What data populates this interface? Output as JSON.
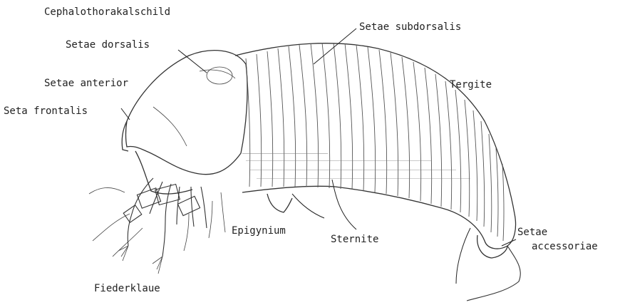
{
  "labels": {
    "cephalothorakalschild": "Cephalothorakalschild",
    "setae_subdorsalis": "Setae subdorsalis",
    "setae_dorsalis": "Setae dorsalis",
    "setae_anterior": "Setae anterior",
    "tergite": "Tergite",
    "seta_frontalis": "Seta frontalis",
    "epigynium": "Epigynium",
    "sternite": "Sternite",
    "setae_accessoriae_line1": "Setae",
    "setae_accessoriae_line2": "accessoriae",
    "fiederklaue": "Fiederklaue"
  },
  "colors": {
    "ink": "#222222",
    "background": "#ffffff"
  }
}
